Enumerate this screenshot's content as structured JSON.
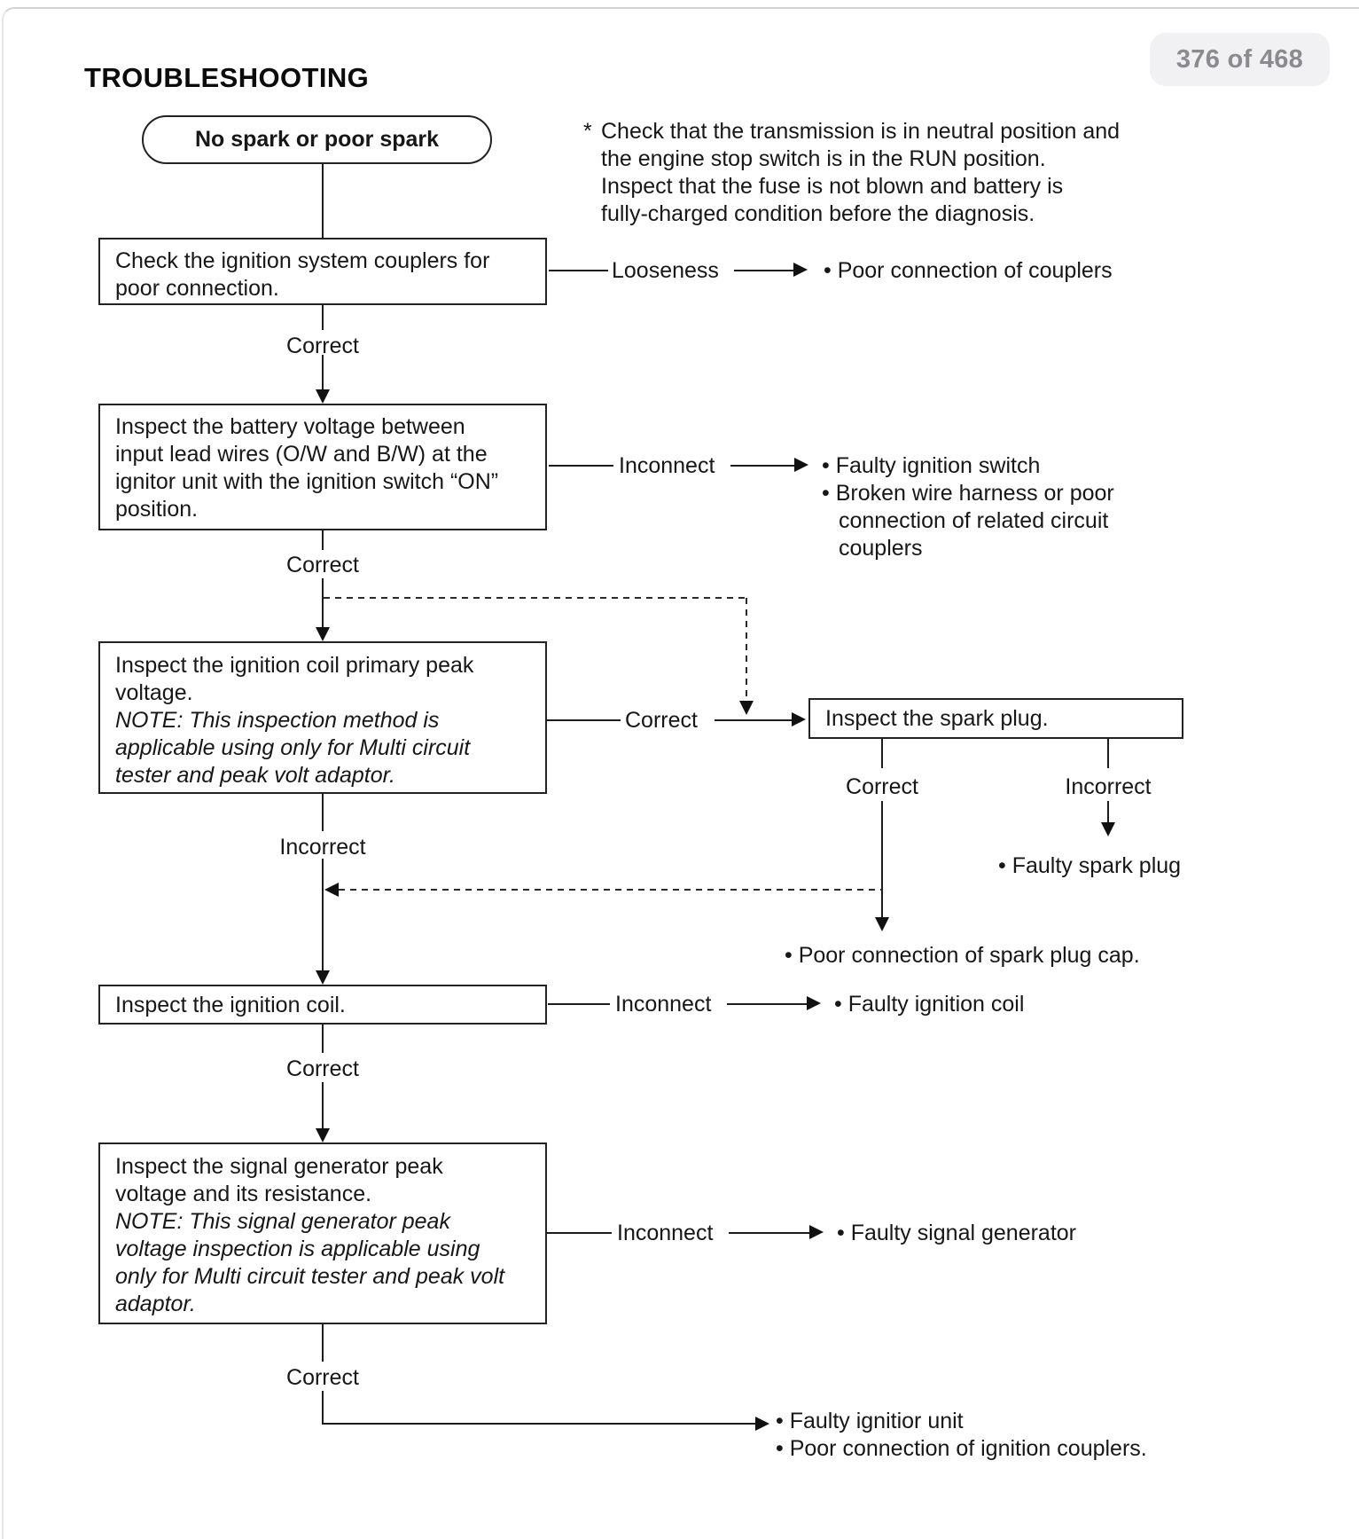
{
  "header": {
    "title": "TROUBLESHOOTING",
    "page_indicator": "376 of 468"
  },
  "note": {
    "marker": "*",
    "lines": [
      "Check that the transmission is in neutral position and",
      "the engine stop switch is in the RUN position.",
      "Inspect that the fuse is not blown and battery is",
      "fully-charged condition before the diagnosis."
    ]
  },
  "flow": {
    "start": "No spark or poor spark",
    "steps": [
      {
        "lines": [
          "Check the ignition system couplers for",
          "poor connection."
        ],
        "branch_label": "Looseness",
        "results": [
          "• Poor connection of couplers"
        ],
        "down_label": "Correct"
      },
      {
        "lines": [
          "Inspect the battery voltage between",
          "input lead wires (O/W and B/W) at the",
          "ignitor unit with the ignition switch “ON”",
          "position."
        ],
        "branch_label": "Inconnect",
        "results": [
          "• Faulty ignition switch",
          "• Broken wire harness or poor",
          "connection of related circuit",
          "couplers"
        ],
        "down_label": "Correct"
      },
      {
        "lines": [
          "Inspect the ignition coil primary peak",
          "voltage.",
          "NOTE: This inspection method is",
          "applicable using only for Multi circuit",
          "tester and peak volt adaptor."
        ],
        "branch_label": "Correct",
        "down_label": "Incorrect"
      },
      {
        "lines": [
          "Inspect the ignition coil."
        ],
        "branch_label": "Inconnect",
        "results": [
          "• Faulty ignition coil"
        ],
        "down_label": "Correct"
      },
      {
        "lines": [
          "Inspect the signal generator peak",
          "voltage and its resistance.",
          "NOTE: This signal generator peak",
          "voltage inspection is applicable using",
          "only for Multi circuit tester and peak volt",
          "adaptor."
        ],
        "branch_label": "Inconnect",
        "results": [
          "• Faulty signal generator"
        ],
        "down_label": "Correct"
      }
    ],
    "spark_plug": {
      "box": "Inspect the spark plug.",
      "correct_label": "Correct",
      "incorrect_label": "Incorrect",
      "incorrect_result": "• Faulty spark plug",
      "correct_result": "• Poor connection of spark plug cap."
    },
    "final_results": [
      "• Faulty ignitior unit",
      "• Poor connection of ignition couplers."
    ]
  }
}
